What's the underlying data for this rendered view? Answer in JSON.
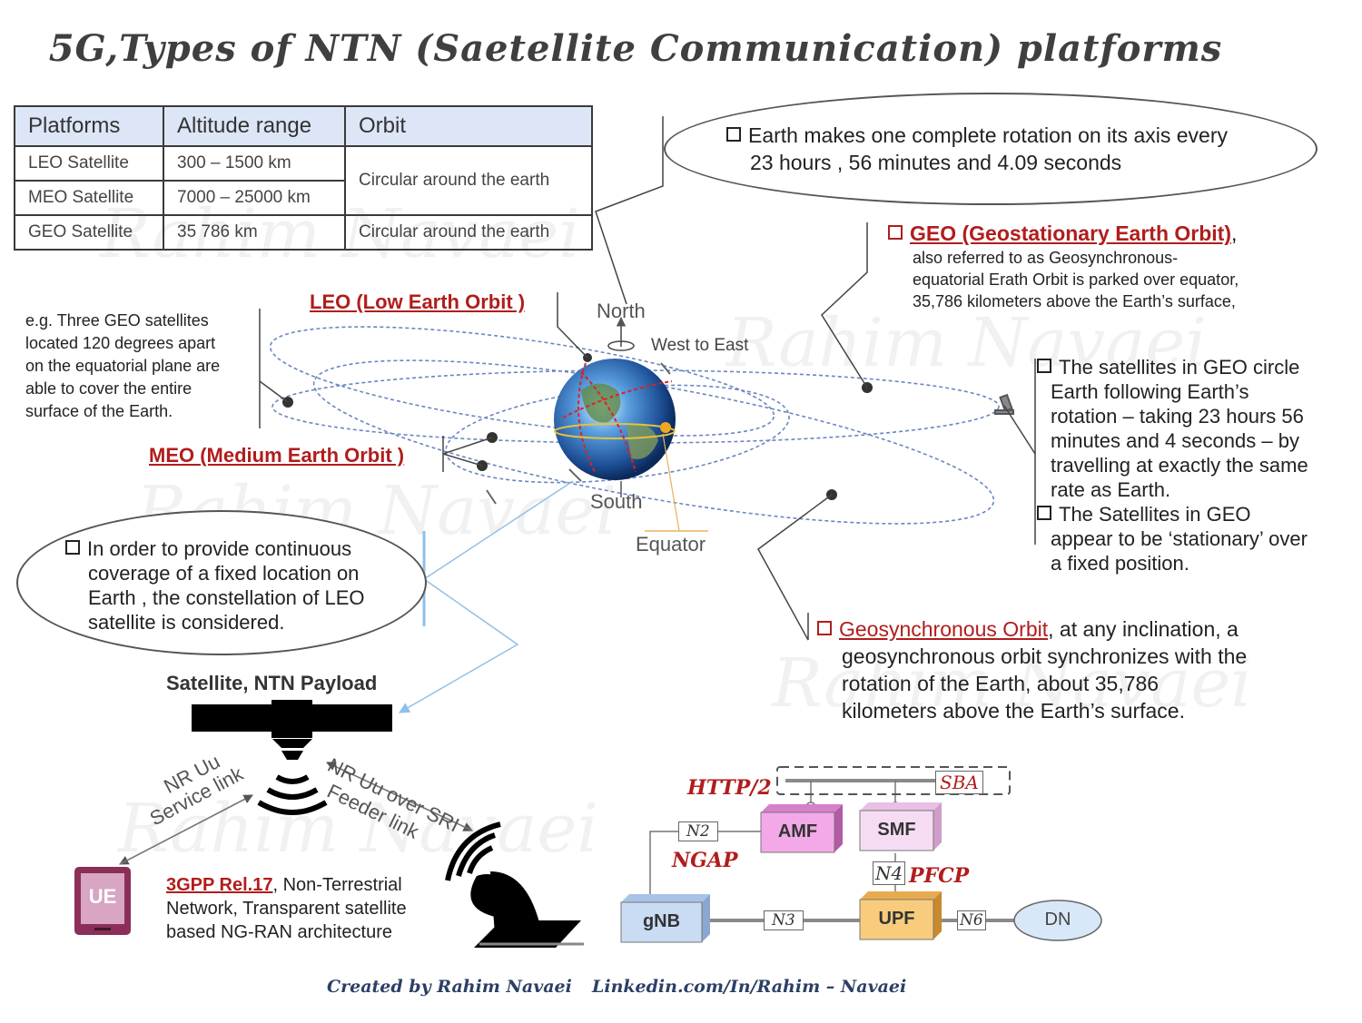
{
  "title": "5G,Types of NTN (Saetellite Communication) platforms",
  "table": {
    "headers": [
      "Platforms",
      "Altitude range",
      "Orbit"
    ],
    "rows": [
      {
        "platform": "LEO Satellite",
        "altitude": "300 – 1500 km"
      },
      {
        "platform": "MEO Satellite",
        "altitude": "7000 – 25000 km"
      },
      {
        "platform": "GEO Satellite",
        "altitude": "35 786 km"
      }
    ],
    "orbit_merged": "Circular around the earth",
    "orbit_geo": "Circular around the earth"
  },
  "earth_rotation": {
    "line1": "Earth makes one complete rotation on its axis every",
    "line2": "23 hours , 56 minutes and 4.09 seconds"
  },
  "geo_heading": {
    "title": "GEO (Geostationary Earth Orbit)",
    "comma": ",",
    "line1": "also  referred to as Geosynchronous-",
    "line2": "equatorial Erath Orbit is parked over equator,",
    "line3": "35,786 kilometers above the Earth’s surface,"
  },
  "geo_circle": {
    "b1": [
      "The satellites in GEO circle",
      "Earth following  Earth’s",
      "rotation – taking 23 hours 56",
      "minutes and 4 seconds – by",
      "travelling  at exactly the same",
      "rate as Earth."
    ],
    "b2": [
      "The Satellites in GEO",
      "appear to be ‘stationary’ over",
      "a fixed position."
    ]
  },
  "geo_note": [
    "e.g. Three GEO satellites",
    "located 120 degrees apart",
    "on the equatorial plane are",
    "able to cover the entire",
    "surface of the Earth."
  ],
  "labels": {
    "leo": "LEO (Low Earth Orbit )",
    "meo": "MEO (Medium Earth Orbit )",
    "north": "North",
    "west_east": "West to East",
    "south": "South",
    "equator": "Equator"
  },
  "leo_constellation": {
    "lines": [
      "In order to provide continuous",
      "coverage of a fixed location on",
      "Earth , the constellation of LEO",
      "satellite is considered."
    ]
  },
  "geosync": {
    "title": "Geosynchronous Orbit",
    "rest1": ", at any inclination, a",
    "lines": [
      "geosynchronous orbit synchronizes with the",
      "rotation of the Earth, about 35,786",
      "kilometers above the Earth’s surface."
    ]
  },
  "payload_label": "Satellite, NTN Payload",
  "links": {
    "service_1": "NR Uu",
    "service_2": "Service link",
    "feeder_1": "NR Uu over SRI",
    "feeder_2": "Feeder link"
  },
  "ue_label": "UE",
  "rel17": {
    "link": "3GPP Rel.17",
    "rest": ", Non-Terrestrial",
    "line2": "Network, Transparent  satellite",
    "line3": "based NG-RAN architecture"
  },
  "network": {
    "gnb": "gNB",
    "amf": "AMF",
    "smf": "SMF",
    "upf": "UPF",
    "dn": "DN",
    "n2": "N2",
    "n3": "N3",
    "n4": "N4",
    "n6": "N6",
    "sba": "SBA",
    "http": "HTTP/2",
    "ngap": "NGAP",
    "pfcp": "PFCP"
  },
  "footer": {
    "created": "Created by Rahim Navaei",
    "linkedin": "Linkedin.com/In/Rahim – Navaei"
  },
  "watermark": "Rahim Navaei",
  "colors": {
    "red": "#b11d1d",
    "header_fill": "#dce6f6",
    "amf": "#f3a8e8",
    "smf": "#f6dcf3",
    "upf": "#f8cc7c",
    "gnb": "#c9dcf3",
    "footer": "#2c3f66"
  }
}
